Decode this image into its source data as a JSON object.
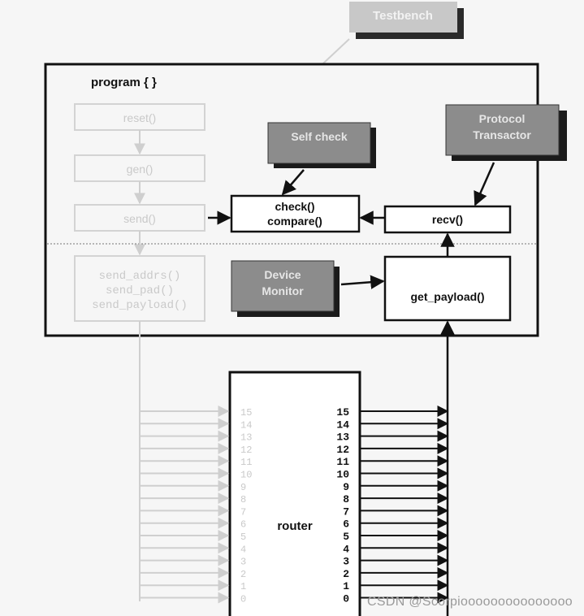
{
  "testbench": {
    "label": "Testbench"
  },
  "program": {
    "title": "program { }"
  },
  "flow": {
    "reset": "reset()",
    "gen": "gen()",
    "send": "send()",
    "send_block": [
      "send_addrs()",
      "send_pad()",
      "send_payload()"
    ]
  },
  "self_check": {
    "label": "Self check"
  },
  "protocol_transactor": {
    "lines": [
      "Protocol",
      "Transactor"
    ]
  },
  "check_compare": {
    "lines": [
      "check()",
      "compare()"
    ]
  },
  "recv": {
    "label": "recv()"
  },
  "device_monitor": {
    "lines": [
      "Device",
      "Monitor"
    ]
  },
  "get_payload": {
    "label": "get_payload()"
  },
  "router": {
    "label": "router",
    "input_ports": [
      "15",
      "14",
      "13",
      "12",
      "11",
      "10",
      "9",
      "8",
      "7",
      "6",
      "5",
      "4",
      "3",
      "2",
      "1",
      "0"
    ],
    "output_ports": [
      "15",
      "14",
      "13",
      "12",
      "11",
      "10",
      "9",
      "8",
      "7",
      "6",
      "5",
      "4",
      "3",
      "2",
      "1",
      "0"
    ]
  },
  "watermark": "CSDN @Scorpiooooooooooooooo"
}
